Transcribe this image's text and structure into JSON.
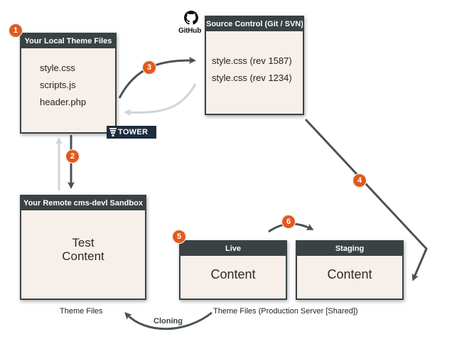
{
  "local_box": {
    "badge": "1",
    "title": "Your Local Theme Files",
    "files": [
      "style.css",
      "scripts.js",
      "header.php"
    ]
  },
  "source_box": {
    "title": "Source Control (Git / SVN)",
    "revs": [
      "style.css (rev 1587)",
      "style.css (rev 1234)"
    ]
  },
  "sandbox_box": {
    "title": "Your Remote cms-devl Sandbox",
    "content_line1": "Test",
    "content_line2": "Content"
  },
  "live_box": {
    "title": "Live",
    "content": "Content"
  },
  "staging_box": {
    "title": "Staging",
    "content": "Content"
  },
  "badges": {
    "b2": "2",
    "b3": "3",
    "b4": "4",
    "b5": "5",
    "b6": "6"
  },
  "captions": {
    "theme_files": "Theme Files",
    "production": "Theme Files (Production Server [Shared])",
    "cloning": "Cloning"
  },
  "logos": {
    "github": "GitHub",
    "tower": "TOWER"
  },
  "colors": {
    "header_bg": "#3b4244",
    "box_bg": "#f7efe9",
    "badge": "#e05a1f",
    "arrow_dark": "#4a5354",
    "arrow_light": "#d0d4d4"
  }
}
